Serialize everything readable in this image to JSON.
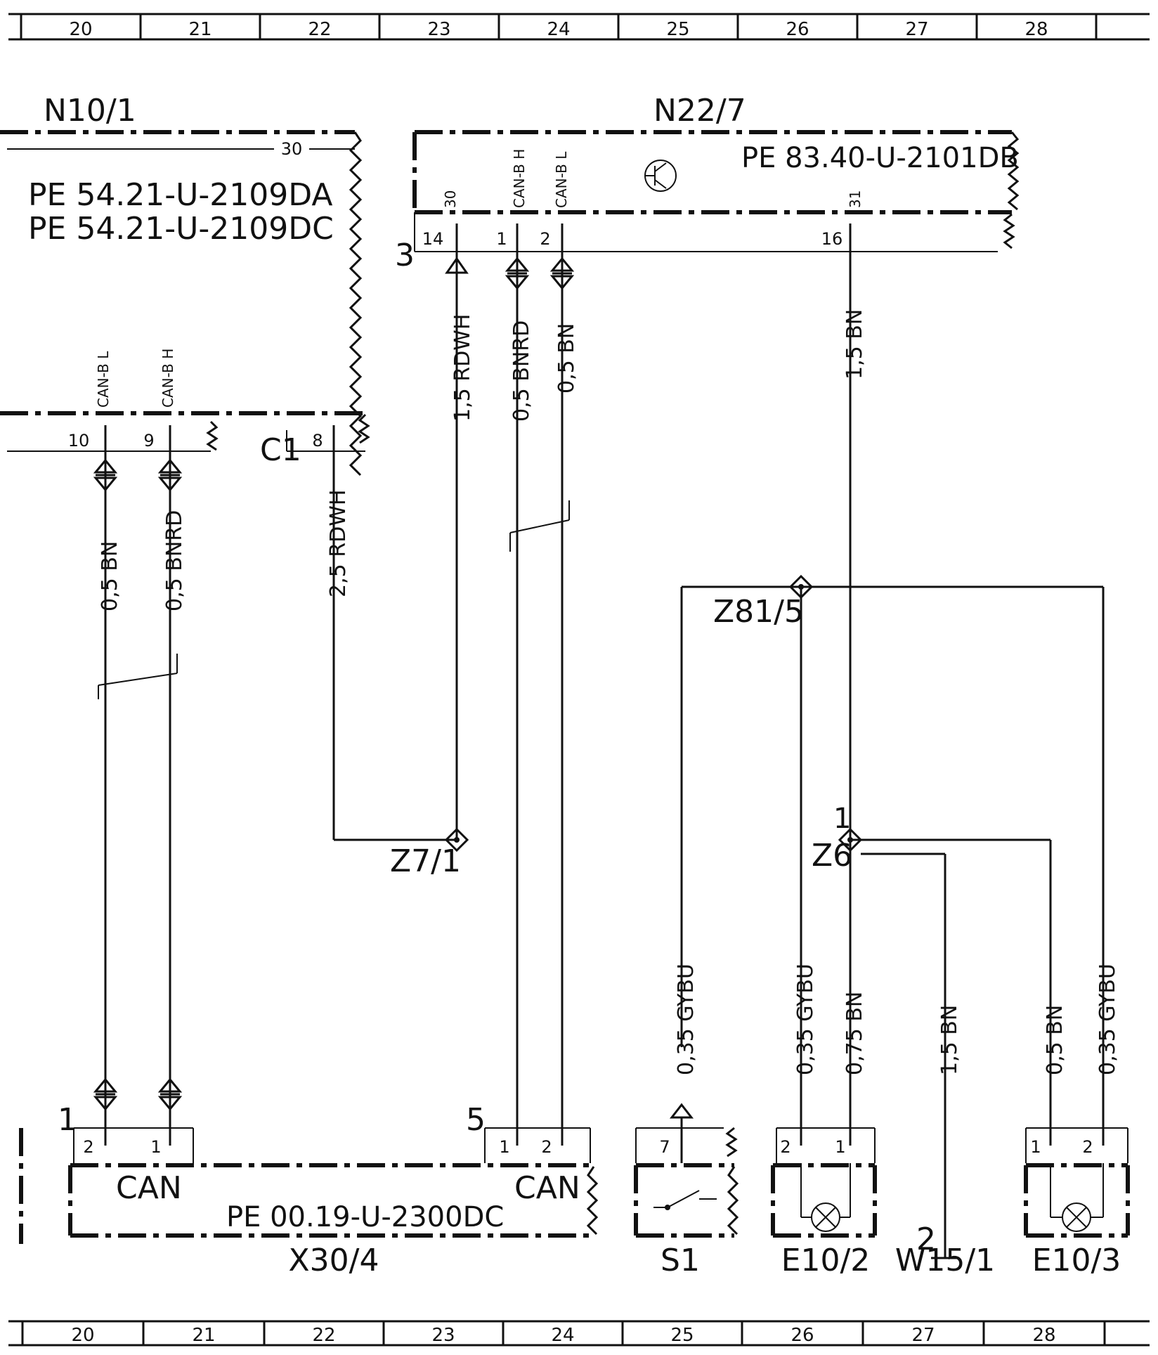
{
  "grid": {
    "top": [
      "20",
      "21",
      "22",
      "23",
      "24",
      "25",
      "26",
      "27",
      "28"
    ],
    "bottom": [
      "20",
      "21",
      "22",
      "23",
      "24",
      "25",
      "26",
      "27",
      "28"
    ]
  },
  "components": {
    "n10_1": {
      "label": "N10/1",
      "refs": [
        "PE 54.21-U-2109DA",
        "PE 54.21-U-2109DC"
      ],
      "pin30": "30",
      "conn": "C1"
    },
    "n22_7": {
      "label": "N22/7",
      "ref": "PE 83.40-U-2101DB",
      "conn": "3"
    },
    "x30_4": {
      "label": "X30/4",
      "ref": "PE 00.19-U-2300DC",
      "can_left": "CAN",
      "can_right": "CAN",
      "conn_left": "1",
      "conn_right": "5"
    },
    "s1": {
      "label": "S1"
    },
    "e10_2": {
      "label": "E10/2"
    },
    "e10_3": {
      "label": "E10/3"
    },
    "w15_1": {
      "label": "W15/1",
      "pin": "2"
    },
    "z81_5": {
      "label": "Z81/5"
    },
    "z7_1": {
      "label": "Z7/1"
    },
    "z6": {
      "label": "Z6",
      "pin": "1"
    }
  },
  "pins": {
    "n22_14": "14",
    "n22_1": "1",
    "n22_2": "2",
    "n22_16": "16",
    "n22_s30": "30",
    "n22_scanh": "CAN-B H",
    "n22_scanl": "CAN-B L",
    "n22_s31": "31",
    "n10_10": "10",
    "n10_9": "9",
    "n10_8": "8",
    "n10_scanl": "CAN-B L",
    "n10_scanh": "CAN-B H",
    "x30_l2": "2",
    "x30_l1": "1",
    "x30_r1": "1",
    "x30_r2": "2",
    "s1_7": "7",
    "e102_2": "2",
    "e102_1": "1",
    "e103_1": "1",
    "e103_2": "2"
  },
  "wires": {
    "w_15rdwh": "1,5 RDWH",
    "w_05bnrd_top": "0,5 BNRD",
    "w_05bn_top": "0,5 BN",
    "w_15bn_top": "1,5 BN",
    "w_05bn_left": "0,5 BN",
    "w_05bnrd_left": "0,5 BNRD",
    "w_25rdwh": "2,5 RDWH",
    "w_035gybu_s1": "0,35 GYBU",
    "w_035gybu_e102": "0,35 GYBU",
    "w_075bn": "0,75 BN",
    "w_15bn_w15": "1,5 BN",
    "w_05bn_e103": "0,5 BN",
    "w_035gybu_e103": "0,35 GYBU"
  },
  "colors": {
    "line": "#111111",
    "background": "#ffffff"
  }
}
